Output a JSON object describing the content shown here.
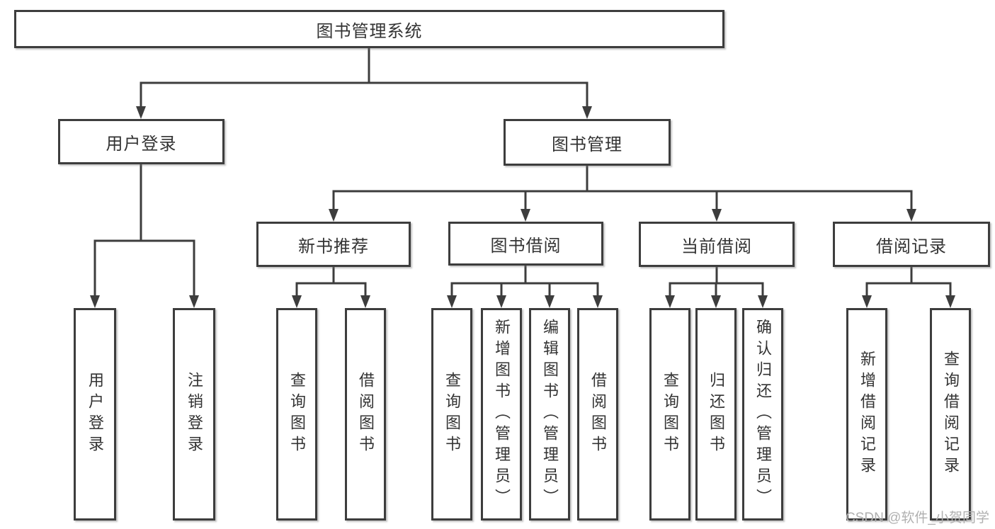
{
  "diagram": {
    "root": {
      "label": "图书管理系统"
    },
    "branches": [
      {
        "label": "用户登录",
        "children": [
          {
            "label": "用户登录"
          },
          {
            "label": "注销登录"
          }
        ]
      },
      {
        "label": "图书管理",
        "children": [
          {
            "label": "新书推荐",
            "children": [
              {
                "label": "查询图书"
              },
              {
                "label": "借阅图书"
              }
            ]
          },
          {
            "label": "图书借阅",
            "children": [
              {
                "label": "查询图书"
              },
              {
                "label": "新增图书（管理员）"
              },
              {
                "label": "编辑图书（管理员）"
              },
              {
                "label": "借阅图书"
              }
            ]
          },
          {
            "label": "当前借阅",
            "children": [
              {
                "label": "查询图书"
              },
              {
                "label": "归还图书"
              },
              {
                "label": "确认归还（管理员）"
              }
            ]
          },
          {
            "label": "借阅记录",
            "children": [
              {
                "label": "新增借阅记录"
              },
              {
                "label": "查询借阅记录"
              }
            ]
          }
        ]
      }
    ],
    "watermark": "CSDN @软件_小贺同学",
    "colors": {
      "line": "#3d3d3d",
      "box_border": "#3d3d3d",
      "box_fill": "#ffffff",
      "text": "#333333",
      "watermark": "#b0b0b0"
    }
  }
}
